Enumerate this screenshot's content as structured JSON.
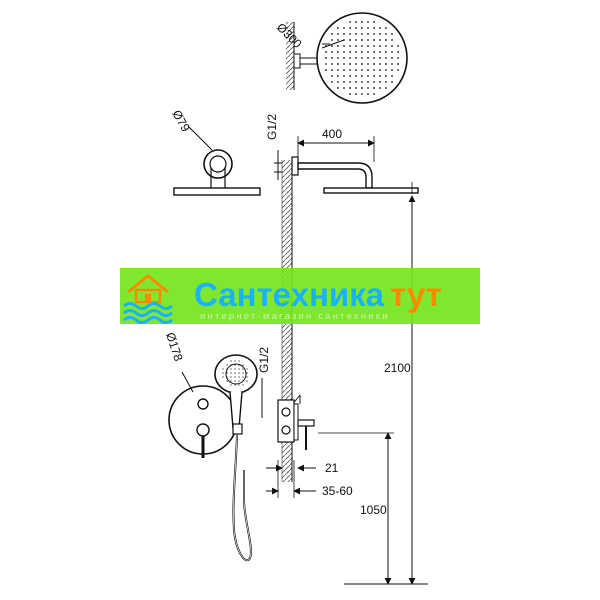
{
  "dimensions": {
    "overhead_diameter": "Ø300",
    "wall_flange_diameter": "Ø79",
    "wall_plate_diameter": "Ø178",
    "thread_top": "G1/2",
    "thread_bottom": "G1/2",
    "arm_length": "400",
    "outlet_height": "2100",
    "mixer_height": "1050",
    "wall_offset": "21",
    "depth_range": "35-60"
  },
  "watermark": {
    "title_main": "Сантехника",
    "title_accent": "тут",
    "subtitle": "интернет-магазин сантехники",
    "colors": {
      "band": "#74e51e",
      "title_main": "#19b2ff",
      "title_accent": "#ff8a00",
      "subtitle": "#c9f5a6",
      "logo_house": "#ff8a00",
      "logo_waves": "#19b2ff"
    }
  }
}
